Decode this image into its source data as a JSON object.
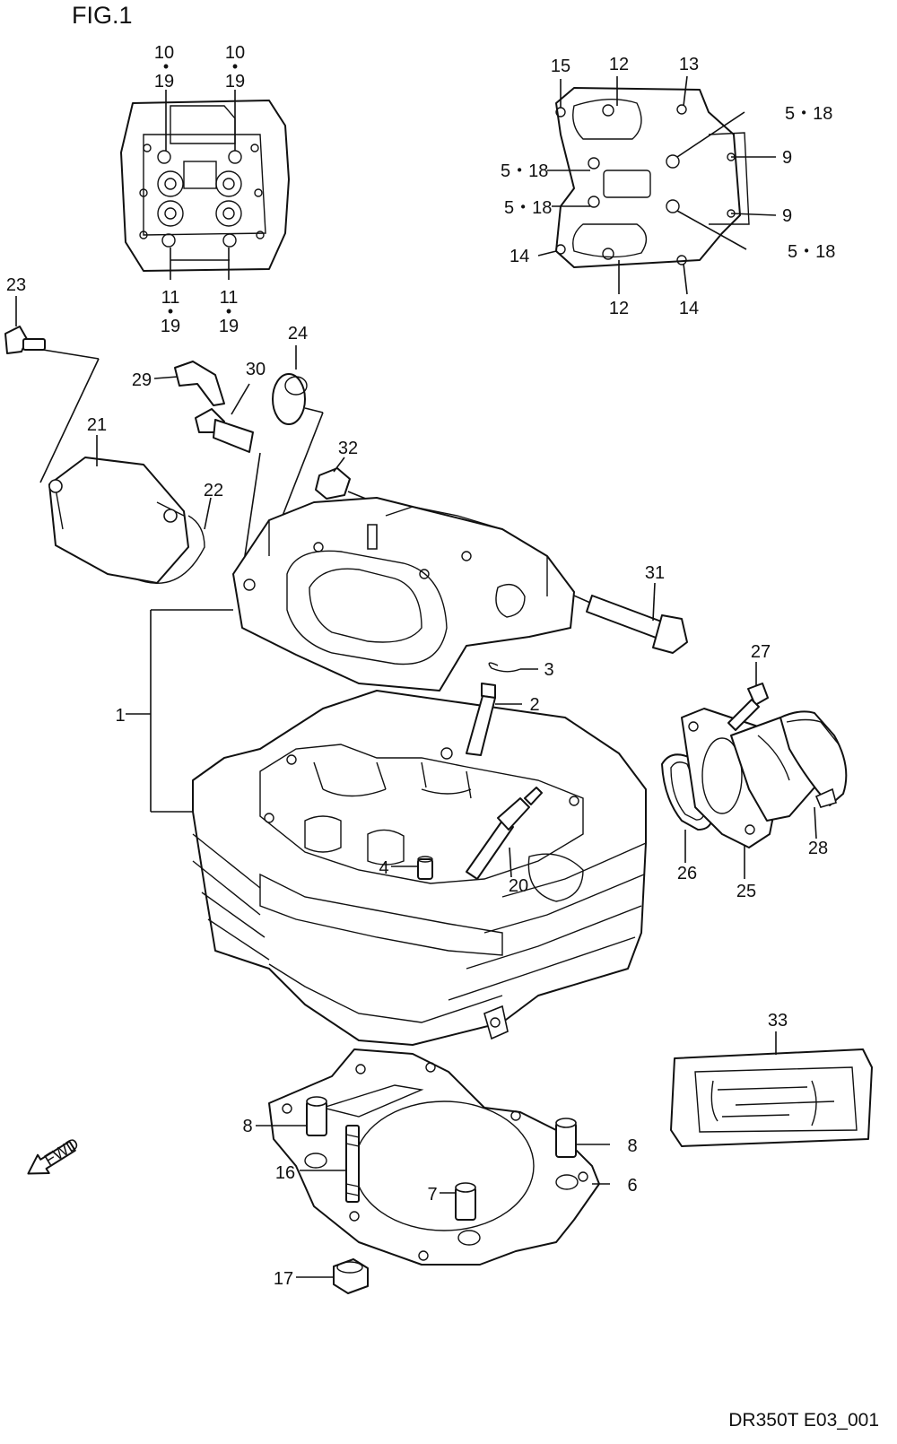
{
  "figure": {
    "title": "FIG.1",
    "code": "DR350T E03_001"
  },
  "callouts": {
    "c1": "1",
    "c2": "2",
    "c3": "3",
    "c4": "4",
    "c6": "6",
    "c7": "7",
    "c8a": "8",
    "c8b": "8",
    "c9a": "9",
    "c9b": "9",
    "c10a": "10",
    "c10b": "10",
    "c11a": "11",
    "c11b": "11",
    "c12a": "12",
    "c12b": "12",
    "c13": "13",
    "c14a": "14",
    "c14b": "14",
    "c15": "15",
    "c16": "16",
    "c17": "17",
    "c518a": "5・18",
    "c518b": "5・18",
    "c518c": "5・18",
    "c518d": "5・18",
    "c19a": "19",
    "c19b": "19",
    "c19c": "19",
    "c19d": "19",
    "c20": "20",
    "c21": "21",
    "c22": "22",
    "c23": "23",
    "c24": "24",
    "c25": "25",
    "c26": "26",
    "c27": "27",
    "c28": "28",
    "c29": "29",
    "c30": "30",
    "c31": "31",
    "c32": "32",
    "c33": "33"
  },
  "fwd_label": "FWD"
}
